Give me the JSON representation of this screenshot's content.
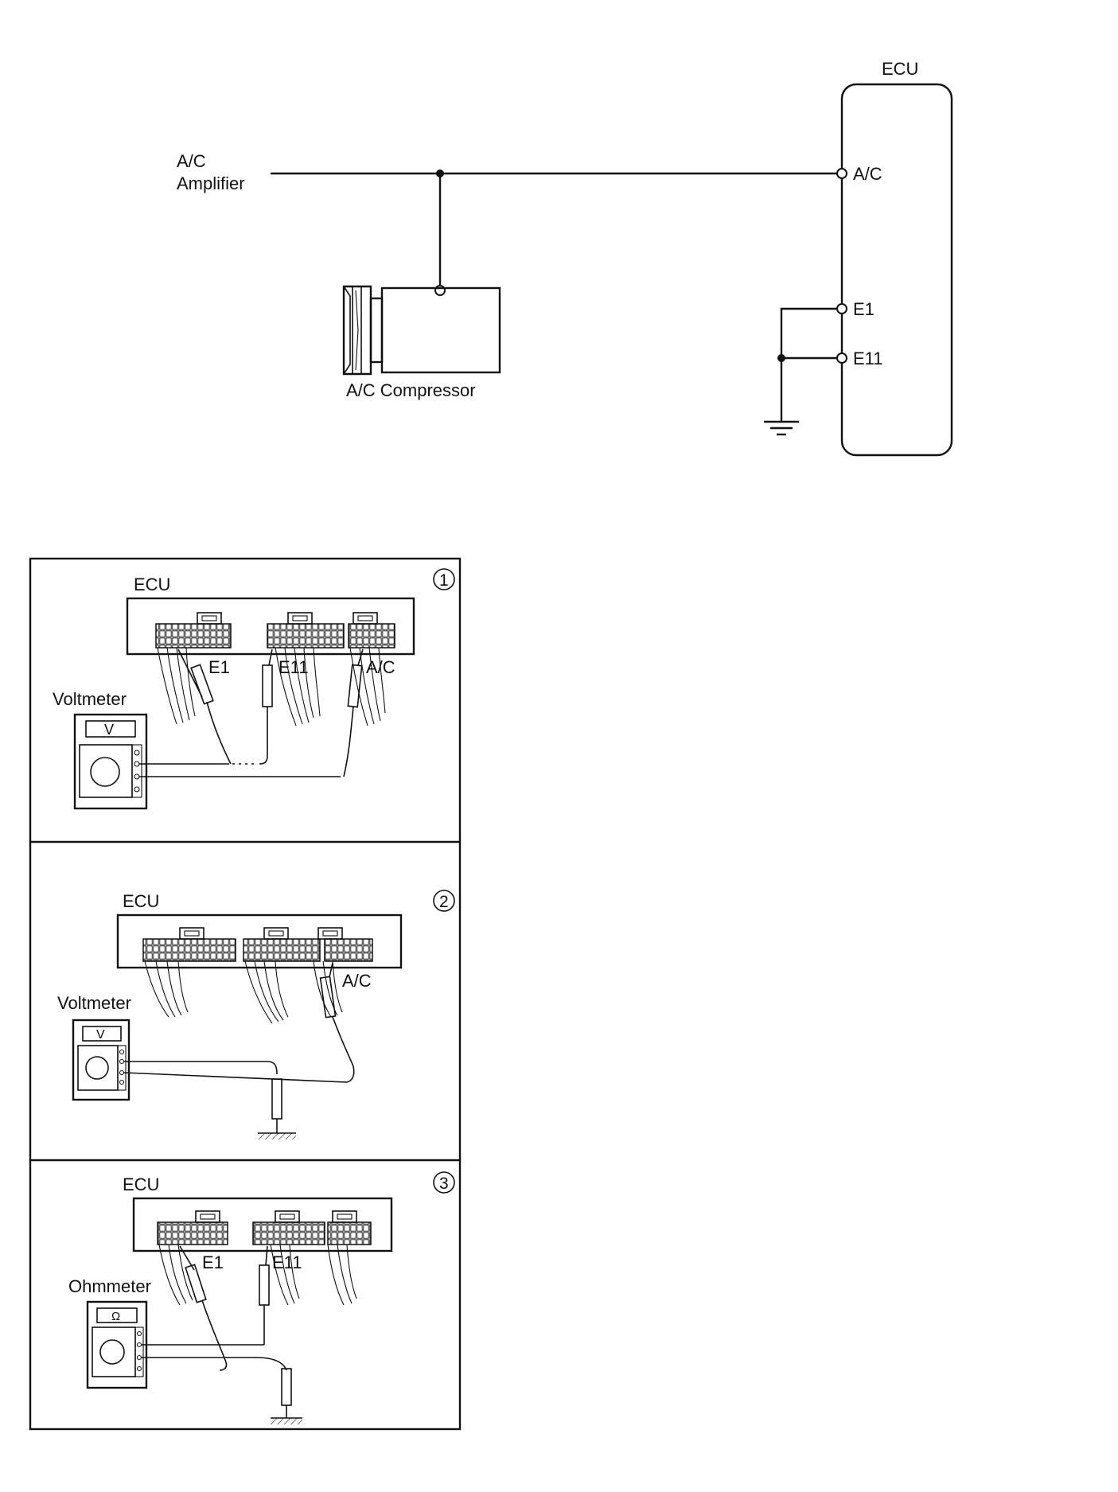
{
  "circuit": {
    "ecu_label": "ECU",
    "amplifier_label_line1": "A/C",
    "amplifier_label_line2": "Amplifier",
    "compressor_label": "A/C Compressor",
    "pins": {
      "ac": "A/C",
      "e1": "E1",
      "e11": "E11"
    }
  },
  "panels": [
    {
      "number": "1",
      "ecu_label": "ECU",
      "meter_label": "Voltmeter",
      "meter_symbol": "V",
      "terminals": [
        "E1",
        "E11",
        "A/C"
      ]
    },
    {
      "number": "2",
      "ecu_label": "ECU",
      "meter_label": "Voltmeter",
      "meter_symbol": "V",
      "terminals": [
        "A/C"
      ]
    },
    {
      "number": "3",
      "ecu_label": "ECU",
      "meter_label": "Ohmmeter",
      "meter_symbol": "Ω",
      "terminals": [
        "E1",
        "E11"
      ]
    }
  ]
}
